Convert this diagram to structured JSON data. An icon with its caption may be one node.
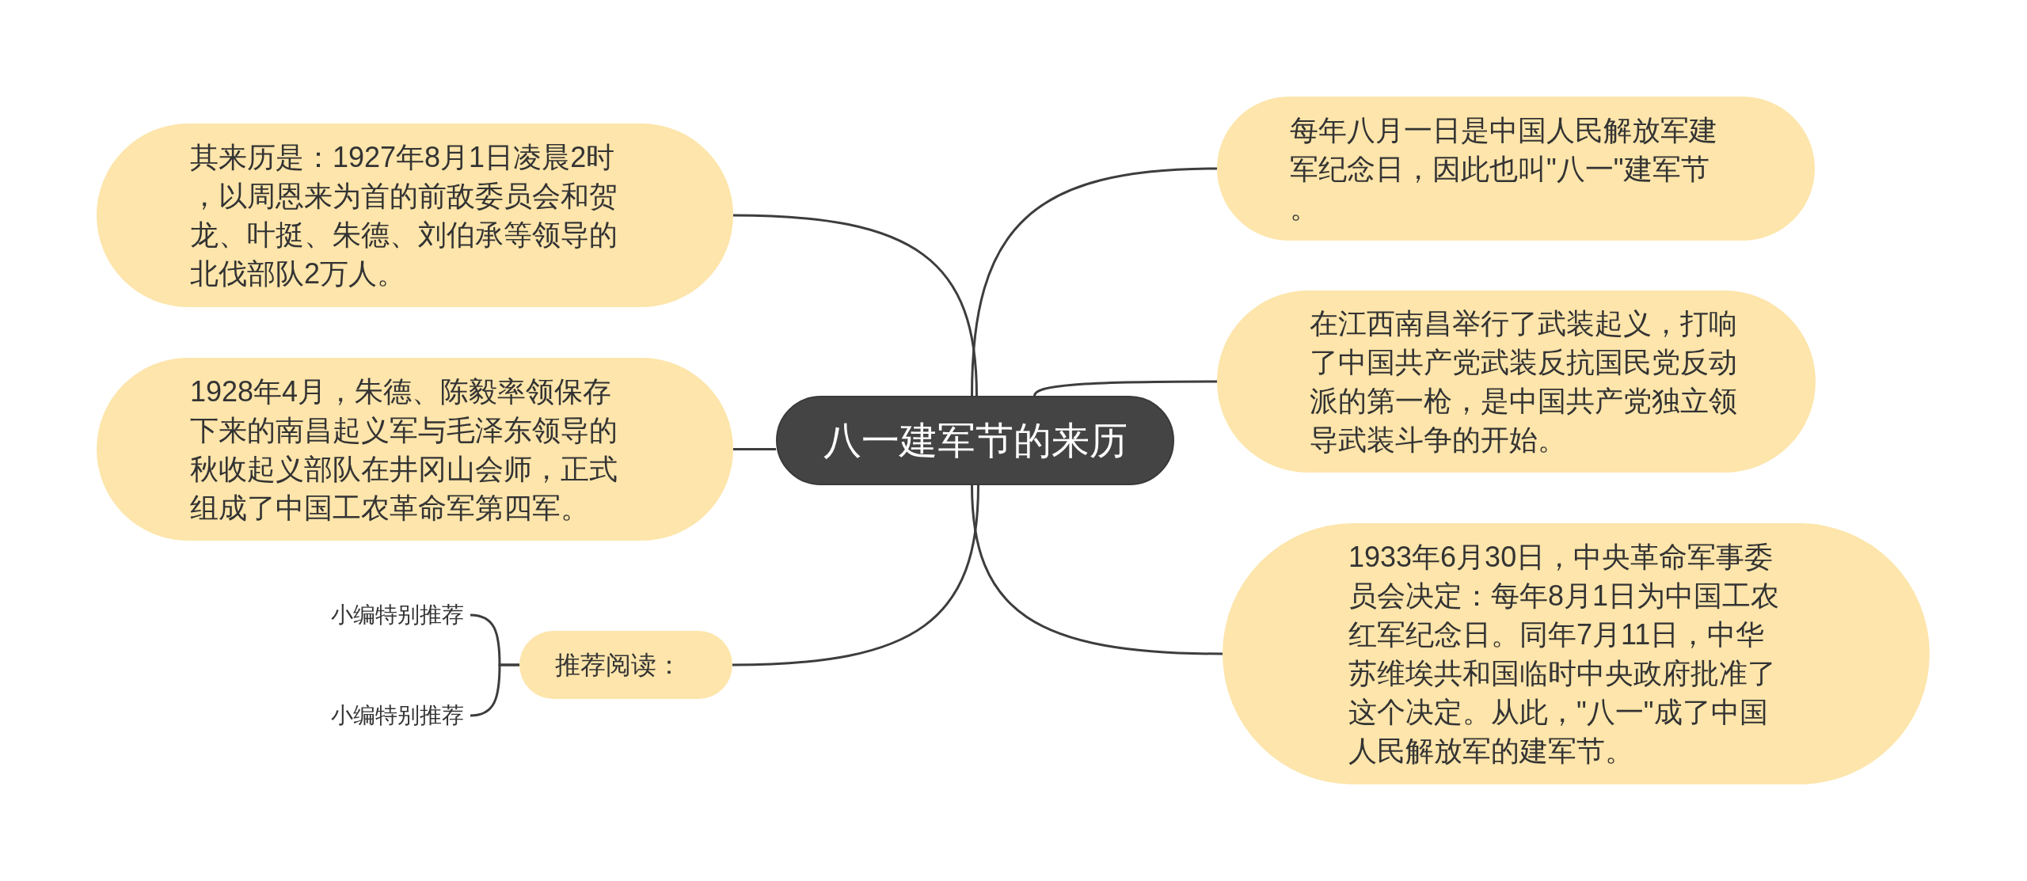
{
  "diagram": {
    "nodes": [
      {
        "text": [
          "八一建军节的来历"
        ]
      },
      {
        "text": [
          "其来历是：1927年8月1日凌晨2时，以周恩来为首的前敌委员会和贺龙、叶挺、朱德、刘伯承等领导的北伐部队2万人。"
        ]
      },
      {
        "text": [
          "1928年4月，朱德、陈毅率领保存下来的南昌起义军与毛泽东领导的秋收起义部队在井冈山会师，正式组成了中国工农革命军第四军。"
        ]
      },
      {
        "text": [
          "推荐阅读："
        ]
      },
      {
        "text": [
          "小编特别推荐"
        ]
      },
      {
        "text": [
          "小编特别推荐"
        ]
      },
      {
        "text": [
          "每年八月一日是中国人民解放军建军纪念日，因此也叫\"八一\"建军节。"
        ]
      },
      {
        "text": [
          "在江西南昌举行了武装起义，打响了中国共产党武装反抗国民党反动派的第一枪，是中国共产党独立领导武装斗争的开始。"
        ]
      },
      {
        "text": [
          "1933年6月30日，中央革命军事委员会决定：每年8月1日为中国工农红军纪念日。同年7月11日，中华苏维埃共和国临时中央政府批准了这个决定。从此，\"八一\"成了中国人民解放军的建军节。"
        ]
      }
    ],
    "edges": [
      {
        "from": 0,
        "to": 1,
        "arrow": "none"
      },
      {
        "from": 0,
        "to": 2,
        "arrow": "none"
      },
      {
        "from": 0,
        "to": 3,
        "arrow": "none"
      },
      {
        "from": 3,
        "to": 4,
        "arrow": "none"
      },
      {
        "from": 3,
        "to": 5,
        "arrow": "none"
      },
      {
        "from": 0,
        "to": 6,
        "arrow": "none"
      },
      {
        "from": 0,
        "to": 7,
        "arrow": "none"
      },
      {
        "from": 0,
        "to": 8,
        "arrow": "none"
      }
    ]
  }
}
